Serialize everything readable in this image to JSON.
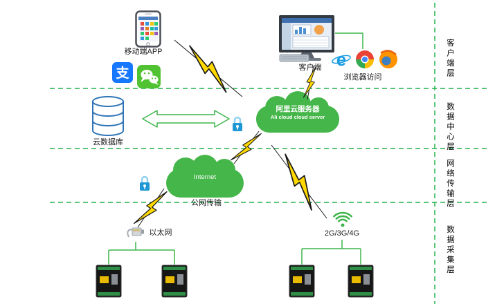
{
  "layers": {
    "client": "客户端层",
    "data_center": "数据中心层",
    "network": "网络传输层",
    "collection": "数据采集层"
  },
  "nodes": {
    "mobile_app": "移动端APP",
    "client_pc": "客户端",
    "browser_access": "浏览器访问",
    "cloud_database": "云数据库",
    "ali_cloud_cn": "阿里云服务器",
    "ali_cloud_en": "Ali cloud  cloud server",
    "internet": "Internet",
    "public_transmission": "公网传输",
    "ethernet": "以太网",
    "cellular": "2G/3G/4G"
  },
  "icons": {
    "alipay_glyph": "支",
    "ie_glyph": "e",
    "semantic_names": [
      "phone-icon",
      "alipay-icon",
      "wechat-icon",
      "monitor-icon",
      "keyboard-icon",
      "ie-icon",
      "chrome-icon",
      "firefox-icon",
      "database-icon",
      "ali-cloud-icon",
      "internet-cloud-icon",
      "lock-icon",
      "lightning-icon",
      "ethernet-plug-icon",
      "wifi-icon",
      "controller-device-icon"
    ]
  },
  "colors": {
    "line_green": "#3db54a",
    "dashed_green": "#21b14c",
    "cloud_green": "#45b649",
    "lightning_yellow": "#ffd800",
    "lock_blue": "#1f97d4",
    "database_blue": "#2e75b6",
    "alipay_blue": "#1677ff",
    "wechat_green": "#51c332"
  }
}
